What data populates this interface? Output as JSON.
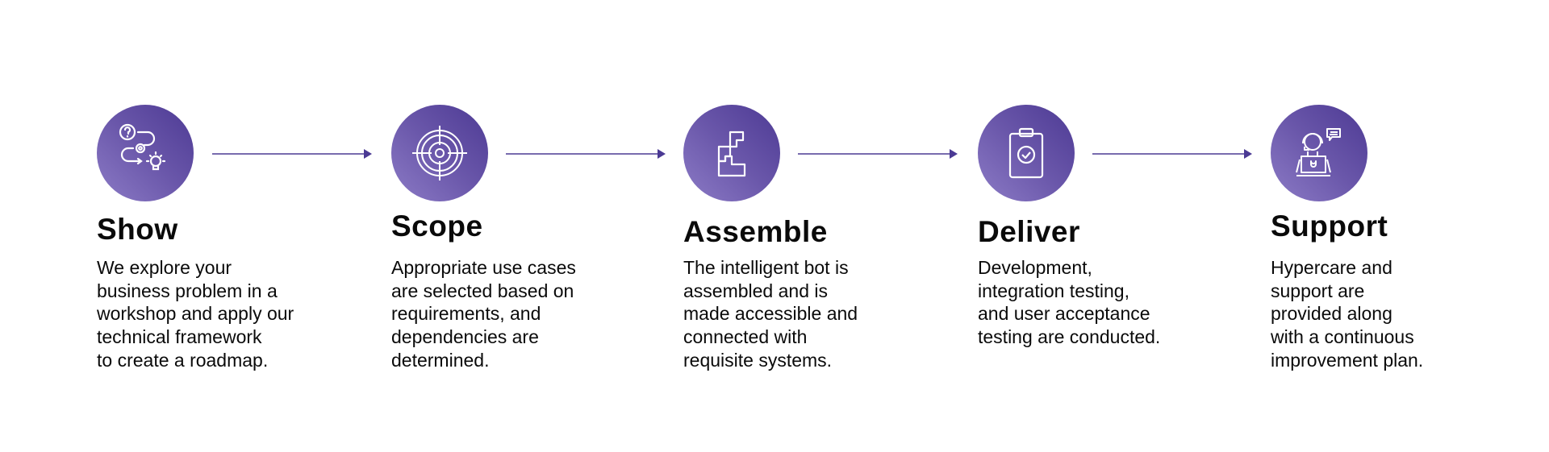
{
  "accent_color": "#4b3a94",
  "steps": [
    {
      "title": "Show",
      "icon": "workflow-idea-icon",
      "lines": [
        "We explore your",
        "business problem in a",
        "workshop and apply our",
        "technical framework",
        "to create a roadmap."
      ]
    },
    {
      "title": "Scope",
      "icon": "target-icon",
      "lines": [
        "Appropriate use cases",
        "are selected based on",
        "requirements, and",
        "dependencies are",
        "determined."
      ]
    },
    {
      "title": "Assemble",
      "icon": "puzzle-blocks-icon",
      "lines": [
        "The intelligent bot is",
        "assembled and is",
        "made accessible and",
        "connected with",
        "requisite systems."
      ]
    },
    {
      "title": "Deliver",
      "icon": "clipboard-check-icon",
      "lines": [
        "Development,",
        "integration testing,",
        "and user acceptance",
        "testing are conducted."
      ]
    },
    {
      "title": "Support",
      "icon": "support-agent-icon",
      "lines": [
        "Hypercare and",
        "support are",
        "provided along",
        "with a continuous",
        "improvement plan."
      ]
    }
  ]
}
